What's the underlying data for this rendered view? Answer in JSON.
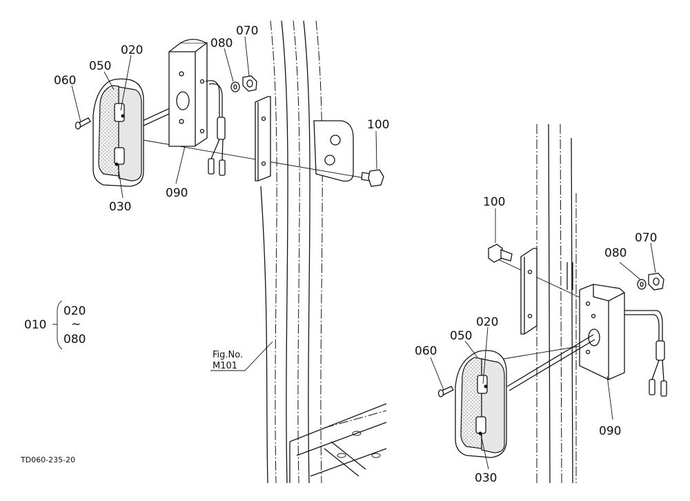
{
  "labels": {
    "p060_left": "060",
    "p050_left": "050",
    "p020_left": "020",
    "p030_left": "030",
    "p090_left": "090",
    "p080_left": "080",
    "p070_left": "070",
    "p100_left": "100",
    "p100_right": "100",
    "p080_right": "080",
    "p070_right": "070",
    "p060_right": "060",
    "p050_right": "050",
    "p020_right": "020",
    "p090_right": "090",
    "p030_right": "030",
    "group_010": "010",
    "group_020": "020",
    "group_tilde": "~",
    "group_080": "080",
    "fig_ref_line1": "Fig.No.",
    "fig_ref_line2": "M101",
    "drawing_code": "TD060-235-20"
  }
}
